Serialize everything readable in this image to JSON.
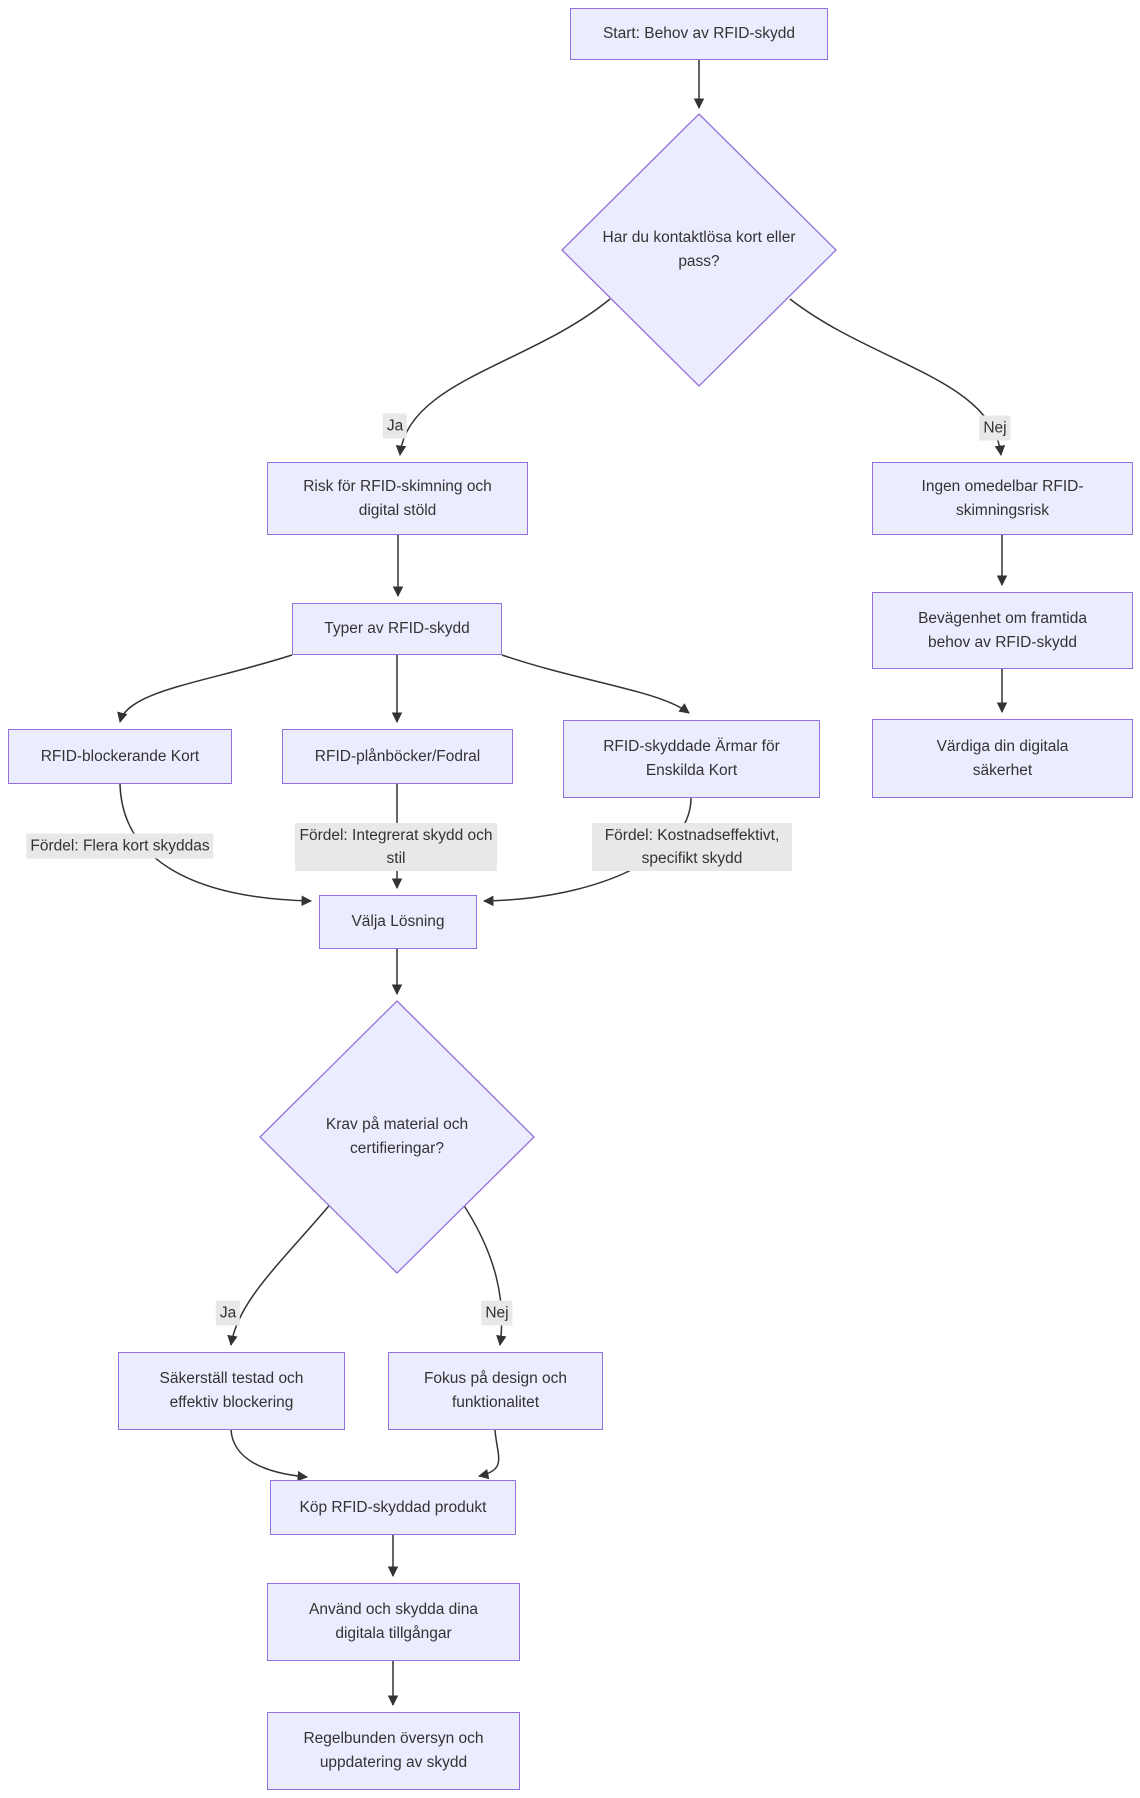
{
  "diagram": {
    "type": "flowchart",
    "language": "Swedish",
    "colors": {
      "node_fill": "#ECECFF",
      "node_border": "#9370DB",
      "edge_line": "#333333",
      "edge_label_background": "#e8e8e8",
      "text": "#333333",
      "background": "#ffffff"
    }
  },
  "nodes": {
    "start": {
      "label": "Start: Behov av RFID-skydd"
    },
    "decision1": {
      "label": "Har du kontaktlösa kort eller pass?"
    },
    "risk": {
      "label": "Risk för RFID-skimning och digital stöld"
    },
    "ingen": {
      "label": "Ingen omedelbar RFID-skimningsrisk"
    },
    "typer": {
      "label": "Typer av RFID-skydd"
    },
    "bevagenhet": {
      "label": "Bevägenhet om framtida behov av RFID-skydd"
    },
    "blockerande": {
      "label": "RFID-blockerande Kort"
    },
    "planbocker": {
      "label": "RFID-plånböcker/Fodral"
    },
    "armar": {
      "label": "RFID-skyddade Ärmar för Enskilda Kort"
    },
    "vardiga": {
      "label": "Värdiga din digitala säkerhet"
    },
    "valja": {
      "label": "Välja Lösning"
    },
    "decision2": {
      "label": "Krav på material och certifieringar?"
    },
    "sakerstall": {
      "label": "Säkerställ testad och effektiv blockering"
    },
    "fokus": {
      "label": "Fokus på design och funktionalitet"
    },
    "kop": {
      "label": "Köp RFID-skyddad produkt"
    },
    "anvand": {
      "label": "Använd och skydda dina digitala tillgångar"
    },
    "regelbunden": {
      "label": "Regelbunden översyn och uppdatering av skydd"
    }
  },
  "edge_labels": {
    "ja1": "Ja",
    "nej1": "Nej",
    "fordel1": "Fördel: Flera kort skyddas",
    "fordel2": "Fördel: Integrerat skydd och stil",
    "fordel3": "Fördel: Kostnadseffektivt, specifikt skydd",
    "ja2": "Ja",
    "nej2": "Nej"
  }
}
